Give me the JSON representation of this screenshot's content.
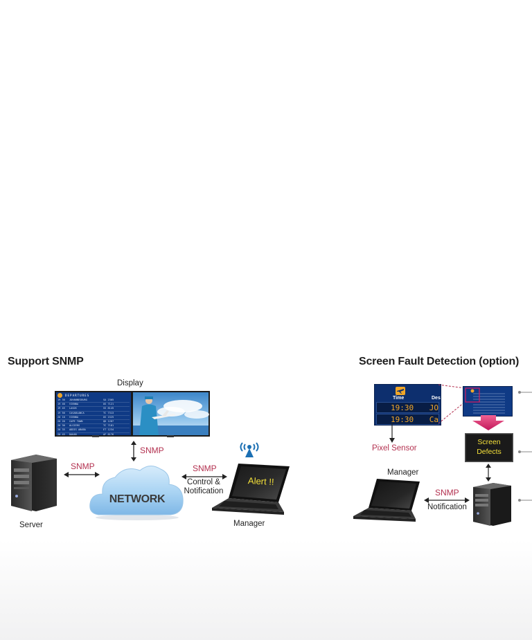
{
  "left": {
    "title": "Support SNMP",
    "display_label": "Display",
    "server_label": "Server",
    "manager_label": "Manager",
    "network_label": "NETWORK",
    "snmp_display": "SNMP",
    "snmp_server": "SNMP",
    "snmp_manager": "SNMP",
    "control_line1": "Control &",
    "control_line2": "Notification",
    "alert_text": "Alert !!",
    "board_header": "DEPARTURES",
    "board_rows": [
      {
        "time": "19 30",
        "dest": "JOHANNESBURG",
        "flight": "SA 2305"
      },
      {
        "time": "19 40",
        "dest": "VIENNA",
        "flight": "OS 7121"
      },
      {
        "time": "19 45",
        "dest": "LAGOS",
        "flight": "SS 8145"
      },
      {
        "time": "19 50",
        "dest": "CASABLANCA",
        "flight": "TC 7313"
      },
      {
        "time": "20 10",
        "dest": "VIENNA",
        "flight": "OS 1525"
      },
      {
        "time": "20 20",
        "dest": "CAPE TOWN",
        "flight": "QK 1287"
      },
      {
        "time": "20 30",
        "dest": "ALGIERS",
        "flight": "TC 7181"
      },
      {
        "time": "20 35",
        "dest": "ADDIS ABABA",
        "flight": "ET 1234"
      },
      {
        "time": "20 45",
        "dest": "DAKAR",
        "flight": "AF 8176"
      }
    ]
  },
  "right": {
    "title": "Screen Fault Detection (option)",
    "pixel_sensor_label": "Pixel Sensor",
    "manager_label": "Manager",
    "snmp_label": "SNMP",
    "notification_label": "Notification",
    "screen_defects_line1": "Screen",
    "screen_defects_line2": "Defects",
    "zoom_time_header": "Time",
    "zoom_dest_header": "Des",
    "zoom_rows": [
      {
        "time": "19:30",
        "dest": "JO"
      },
      {
        "time": "19:30",
        "dest": "Ca"
      }
    ]
  },
  "colors": {
    "snmp_text": "#b3304f",
    "board_blue": "#0d2f6e",
    "led_orange": "#f0a628",
    "pink_arrow": "#d81b60",
    "alert_yellow": "#f6e23a"
  }
}
